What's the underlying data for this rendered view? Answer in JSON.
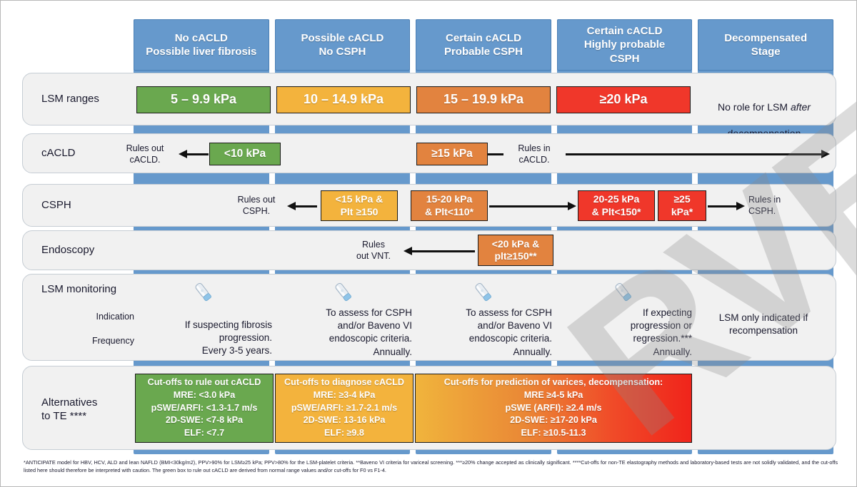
{
  "columns": [
    {
      "id": "no-cacld",
      "label": "No cACLD\nPossible liver fibrosis"
    },
    {
      "id": "possible-cacld",
      "label": "Possible cACLD\nNo CSPH"
    },
    {
      "id": "certain-cacld",
      "label": "Certain cACLD\nProbable CSPH"
    },
    {
      "id": "highly-probable",
      "label": "Certain cACLD\nHighly probable\nCSPH"
    },
    {
      "id": "decompensated",
      "label": "Decompensated\nStage"
    }
  ],
  "rows": {
    "lsm_ranges": {
      "label": "LSM ranges",
      "chips": [
        {
          "text": "5 – 9.9 kPa",
          "color": "green"
        },
        {
          "text": "10 – 14.9 kPa",
          "color": "yellow"
        },
        {
          "text": "15 – 19.9 kPa",
          "color": "orange"
        },
        {
          "text": "≥20 kPa",
          "color": "red"
        }
      ],
      "note_line1": "No role for LSM ",
      "note_emph": "after",
      "note_line2": "decompensation"
    },
    "cacld": {
      "label": "cACLD",
      "rule_out_note": "Rules out\ncACLD.",
      "rule_out_chip": {
        "text": "<10 kPa",
        "color": "green"
      },
      "rule_in_chip": {
        "text": "≥15 kPa",
        "color": "orange"
      },
      "rule_in_note": "Rules in\ncACLD."
    },
    "csph": {
      "label": "CSPH",
      "rule_out_note": "Rules out\nCSPH.",
      "chips": [
        {
          "text": "<15 kPa &\nPlt ≥150",
          "color": "yellow"
        },
        {
          "text": "15-20 kPa\n& Plt<110*",
          "color": "orange"
        },
        {
          "text": "20-25 kPa\n& Plt<150*",
          "color": "red"
        },
        {
          "text": "≥25\nkPa*",
          "color": "red"
        }
      ],
      "rule_in_note": "Rules in\nCSPH."
    },
    "endoscopy": {
      "label": "Endoscopy",
      "rule_out_note": "Rules\nout VNT.",
      "chip": {
        "text": "<20 kPa &\nplt≥150**",
        "color": "orange"
      }
    },
    "lsm_monitoring": {
      "label": "LSM monitoring",
      "sublabels": [
        "Indication",
        "Frequency"
      ],
      "cells": [
        "If suspecting fibrosis\nprogression.\nEvery 3-5 years.",
        "To assess for CSPH\nand/or Baveno VI\nendoscopic criteria.\nAnnually.",
        "To assess for CSPH\nand/or Baveno VI\nendoscopic criteria.\nAnnually.",
        "If expecting\nprogression or\nregression.***\nAnnually.",
        "LSM only indicated if\nrecompensation"
      ],
      "icon": "elastography-probe-icon"
    },
    "alternatives": {
      "label": "Alternatives\nto TE ****",
      "boxes": [
        {
          "color": "green",
          "text": "Cut-offs to rule out cACLD\nMRE: <3.0 kPa\npSWE/ARFI: <1.3-1.7 m/s\n2D-SWE: <7-8 kPa\nELF: <7.7"
        },
        {
          "color": "yellow",
          "text": "Cut-offs to diagnose cACLD\nMRE: ≥3-4 kPa\npSWE/ARFI: ≥1.7-2.1 m/s\n2D-SWE: 13-16 kPa\nELF: ≥9.8"
        },
        {
          "color": "gradient",
          "text": "Cut-offs for prediction of varices, decompensation:\nMRE ≥4-5 kPa\npSWE (ARFI): ≥2.4 m/s\n2D-SWE: ≥17-20 kPa\nELF: ≥10.5-11.3"
        }
      ]
    }
  },
  "footnote": "*ANTICIPATE model for HBV, HCV, ALD and lean NAFLD (BMI<30kg/m2), PPV>90% for LSM≥25 kPa; PPV>80% for the LSM-platelet criteria.  **Baveno VI criteria for variceal screening.  ***≥20% change accepted as clinically significant.  ****Cut-offs for non-TE elastography methods and laboratory-based tests are not solidly validated, and the cut-offs listed here should  therefore be interpreted with caution. The green box to rule out cACLD are derived from normal range values and/or cut-offs for F0 vs F1-4.",
  "watermark": {
    "text": "RVED"
  },
  "colors": {
    "column_header": "#6699cc",
    "green": "#6aa84f",
    "yellow": "#f3b33d",
    "orange": "#e2833f",
    "red": "#f0372a",
    "panel": "#f1f1f1"
  }
}
